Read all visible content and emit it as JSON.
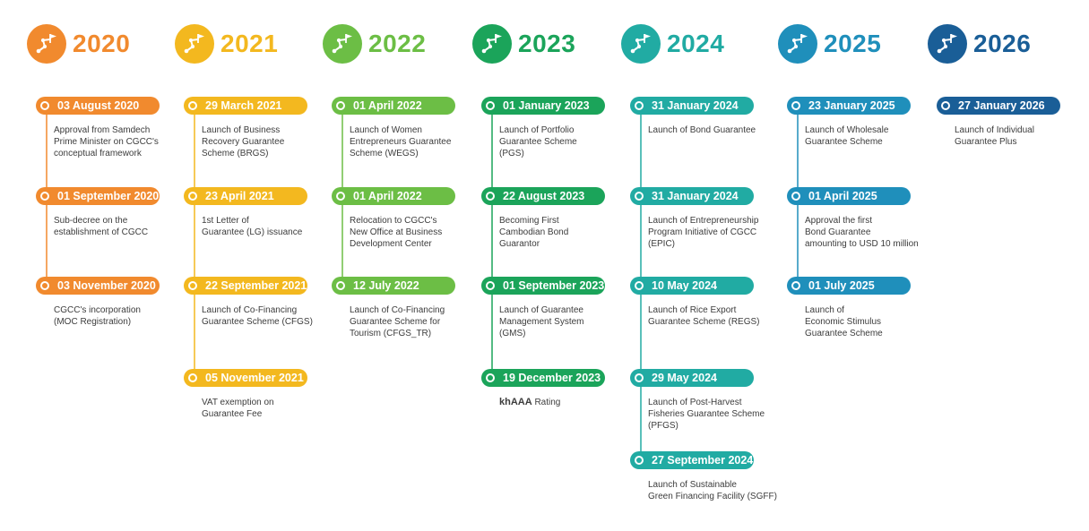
{
  "years": [
    {
      "year": "2020",
      "color": "#f18a2e",
      "events": [
        {
          "date": "03 August 2020",
          "lines": [
            "Approval from Samdech",
            "Prime Minister on CGCC's",
            "conceptual framework"
          ]
        },
        {
          "date": "01 September 2020",
          "lines": [
            "Sub-decree on the",
            "establishment of CGCC"
          ]
        },
        {
          "date": "03 November 2020",
          "lines": [
            "CGCC's incorporation",
            "(MOC Registration)"
          ]
        }
      ]
    },
    {
      "year": "2021",
      "color": "#f3b81f",
      "events": [
        {
          "date": "29 March 2021",
          "lines": [
            "Launch of Business",
            "Recovery Guarantee",
            "Scheme (BRGS)"
          ]
        },
        {
          "date": "23 April 2021",
          "lines": [
            "1st Letter of",
            "Guarantee (LG) issuance"
          ]
        },
        {
          "date": "22 September 2021",
          "lines": [
            "Launch of Co-Financing",
            "Guarantee Scheme (CFGS)"
          ]
        },
        {
          "date": "05 November 2021",
          "lines": [
            "VAT exemption on",
            "Guarantee Fee"
          ]
        }
      ]
    },
    {
      "year": "2022",
      "color": "#6cbe45",
      "events": [
        {
          "date": "01 April 2022",
          "lines": [
            "Launch of Women",
            "Entrepreneurs Guarantee",
            "Scheme (WEGS)"
          ]
        },
        {
          "date": "01 April 2022",
          "lines": [
            "Relocation to CGCC's",
            "New Office at Business",
            "Development Center"
          ]
        },
        {
          "date": "12 July 2022",
          "lines": [
            "Launch of Co-Financing",
            "Guarantee Scheme for",
            "Tourism (CFGS_TR)"
          ]
        }
      ]
    },
    {
      "year": "2023",
      "color": "#1ba45a",
      "events": [
        {
          "date": "01 January 2023",
          "lines": [
            "Launch of Portfolio",
            "Guarantee Scheme",
            "(PGS)"
          ]
        },
        {
          "date": "22 August 2023",
          "lines": [
            "Becoming First",
            "Cambodian Bond",
            "Guarantor"
          ]
        },
        {
          "date": "01 September 2023",
          "lines": [
            "Launch of Guarantee",
            "Management System",
            "(GMS)"
          ]
        },
        {
          "date": "19 December 2023",
          "strong": "khAAA",
          "lines": [
            "Rating"
          ]
        }
      ]
    },
    {
      "year": "2024",
      "color": "#21aba3",
      "events": [
        {
          "date": "31 January 2024",
          "lines": [
            "Launch of Bond Guarantee"
          ]
        },
        {
          "date": "31 January 2024",
          "lines": [
            "Launch of Entrepreneurship",
            "Program Initiative of CGCC",
            "(EPIC)"
          ]
        },
        {
          "date": "10 May 2024",
          "lines": [
            "Launch of Rice Export",
            "Guarantee Scheme (REGS)"
          ]
        },
        {
          "date": "29 May 2024",
          "lines": [
            "Launch of Post-Harvest",
            "Fisheries Guarantee Scheme",
            "(PFGS)"
          ]
        },
        {
          "date": "27 September 2024",
          "lines": [
            "Launch of Sustainable",
            "Green Financing Facility (SGFF)"
          ]
        }
      ]
    },
    {
      "year": "2025",
      "color": "#1f8fbb",
      "events": [
        {
          "date": "23 January 2025",
          "lines": [
            "Launch of Wholesale",
            "Guarantee Scheme"
          ]
        },
        {
          "date": "01 April 2025",
          "lines": [
            "Approval the first",
            "Bond Guarantee",
            "amounting to USD 10 million"
          ]
        },
        {
          "date": "01 July 2025",
          "lines": [
            "Launch of",
            "Economic Stimulus",
            "Guarantee Scheme"
          ]
        }
      ]
    },
    {
      "year": "2026",
      "color": "#1a5e97",
      "events": [
        {
          "date": "27 January 2026",
          "lines": [
            "Launch of Individual",
            "Guarantee Plus"
          ]
        }
      ]
    }
  ]
}
